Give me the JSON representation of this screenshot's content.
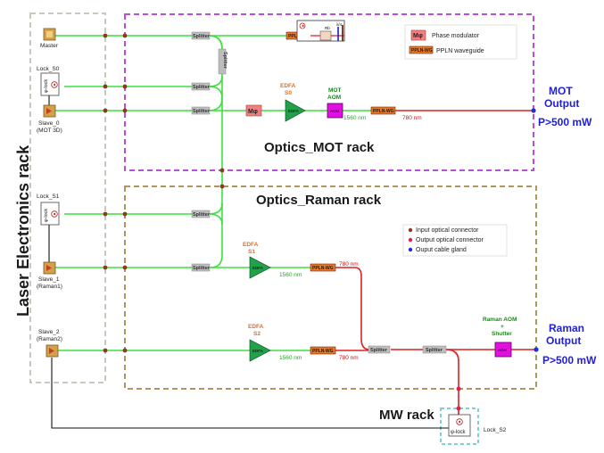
{
  "racks": {
    "laser_electronics": "Laser Electronics rack",
    "optics_mot": "Optics_MOT rack",
    "optics_raman": "Optics_Raman rack",
    "mw": "MW rack"
  },
  "lasers": {
    "master": "Master",
    "slave0": "Slave_0",
    "slave0_sub": "(MOT 3D)",
    "slave1": "Slave_1",
    "slave1_sub": "(Raman1)",
    "slave2": "Slave_2",
    "slave2_sub": "(Raman2)"
  },
  "locks": {
    "s0": "Lock_S0",
    "s1": "Lock_S1",
    "s2": "Lock_S2",
    "plock": "φ-lock"
  },
  "components": {
    "splitter": "Splitter",
    "ppln": "PPLN-WG",
    "mp": "Mφ",
    "edfa": "EDFA",
    "aom": "AOM",
    "rb": "Rb",
    "lambda4": "λ/4"
  },
  "labels": {
    "edfa_s0_a": "EDFA",
    "edfa_s0_b": "S0",
    "edfa_s1_a": "EDFA",
    "edfa_s1_b": "S1",
    "edfa_s2_a": "EDFA",
    "edfa_s2_b": "S2",
    "mot_aom_a": "MOT",
    "mot_aom_b": "AOM",
    "raman_aom_a": "Raman AOM",
    "raman_aom_b": "+",
    "raman_aom_c": "Shutter",
    "nm1560": "1560 nm",
    "nm780": "780 nm"
  },
  "outputs": {
    "mot_a": "MOT",
    "mot_b": "Output",
    "mot_power": "P>500 mW",
    "raman_a": "Raman",
    "raman_b": "Output",
    "raman_power": "P>500 mW"
  },
  "legend_mot": {
    "mp_label": "Phase modulator",
    "ppln_label": "PPLN waveguide"
  },
  "legend_raman": {
    "input": "Input optical connector",
    "output": "Output optical connector",
    "gland": "Ouput cable gland"
  },
  "colors": {
    "fiber_1560": "#3ce03c",
    "fiber_780": "#e02020",
    "edfa": "#22a04a",
    "aom": "#e010e0",
    "ppln": "#e8772a",
    "mp": "#f08080",
    "splitter": "#bdbdbd",
    "mot_rack_border": "#b84ed8",
    "raman_rack_border": "#b0955c",
    "le_rack_border": "#c8c8bc",
    "mw_rack_border": "#7fd0d0",
    "input_connector": "#8b3a1a",
    "output_connector": "#e02050",
    "cable_gland": "#2030d0",
    "output_text": "#1f1fd6"
  }
}
